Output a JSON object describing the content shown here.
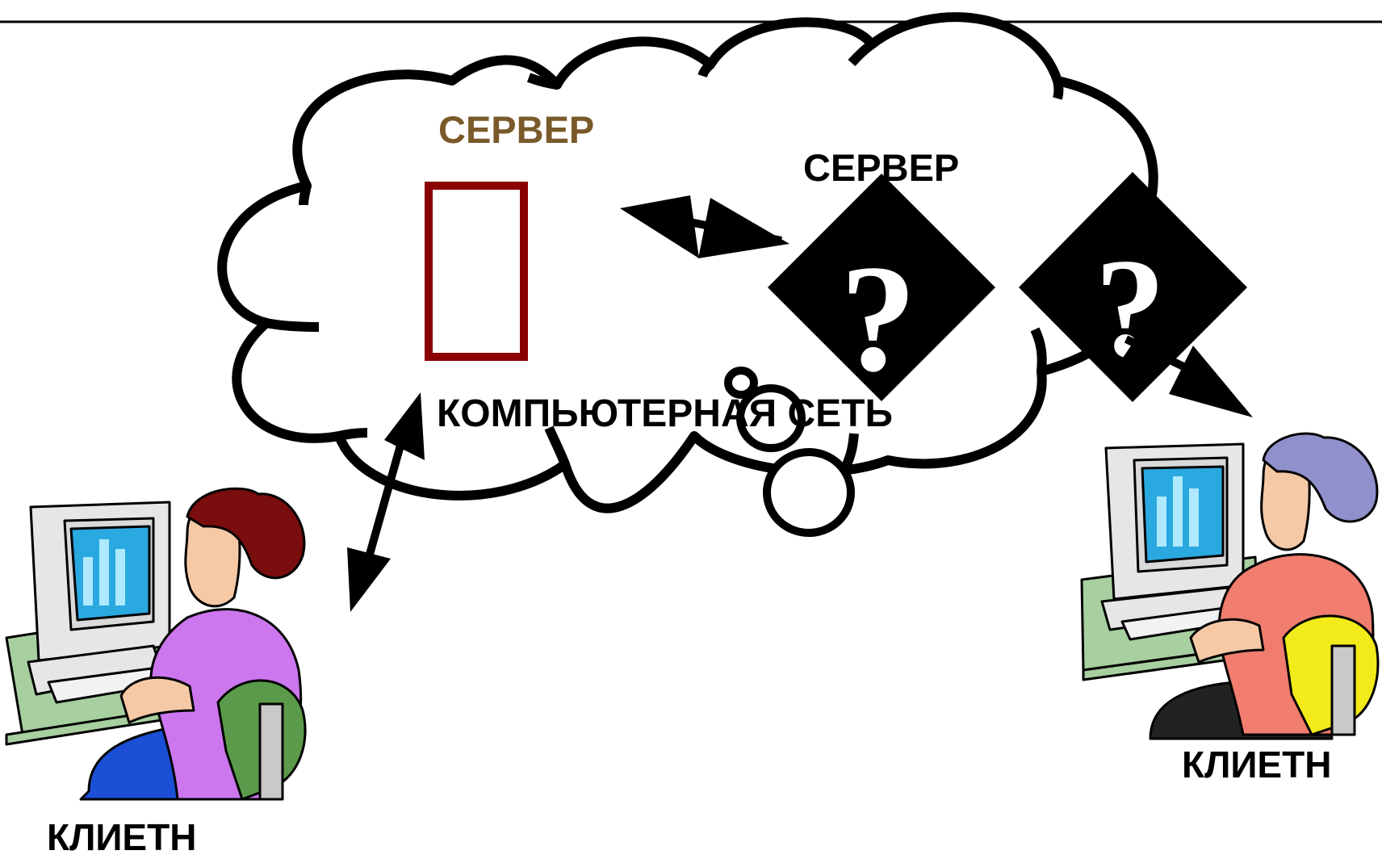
{
  "labels": {
    "server_primary": "СЕРВЕР",
    "server_secondary": "СЕРВЕР",
    "network": "КОМПЬЮТЕРНАЯ СЕТЬ",
    "client_left": "КЛИЕТН",
    "client_right": "КЛИЕТН"
  },
  "icons": {
    "server_box": "rectangle-outline",
    "unknown_server_1": "question-diamond-icon",
    "unknown_server_2": "question-diamond-icon",
    "client_left": "person-at-computer-icon",
    "client_right": "person-at-computer-icon"
  },
  "colors": {
    "server_primary_label": "#7a5a2a",
    "server_box_stroke": "#8b0000",
    "text": "#000000",
    "client_left_shirt": "#cc77ee",
    "client_left_hair": "#7a0d0d",
    "client_left_chair": "#5a9a4a",
    "client_right_shirt": "#f07d6e",
    "client_right_hair": "#9090cc",
    "client_right_chair": "#f2ea1a",
    "monitor_screen": "#2aa8e0",
    "desk": "#a7cfa0"
  }
}
